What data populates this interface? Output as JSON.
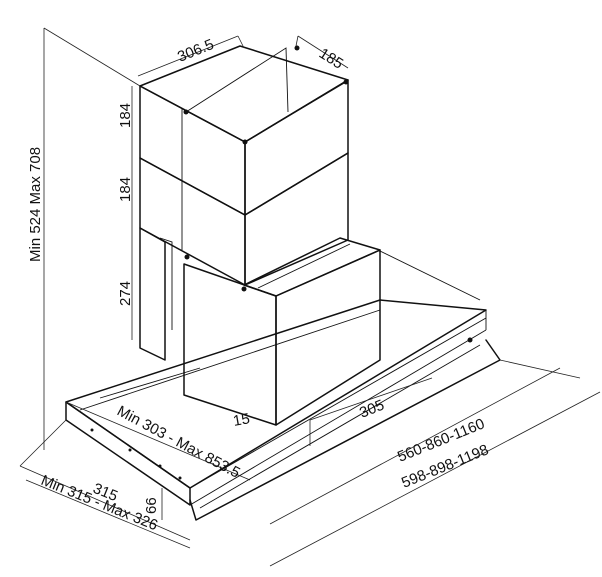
{
  "dimensions": {
    "chimney_width": "306.5",
    "chimney_depth": "185",
    "upper_chimney_height": "184",
    "middle_chimney_height": "184",
    "lower_section_height": "274",
    "overall_height": "Min 524 Max 708",
    "wall_offset_range": "Min 303 - Max 853.5",
    "inner_offset": "15",
    "inner_width": "305",
    "canopy_width_range": "560-860-1160",
    "overall_width_range": "598-898-1198",
    "canopy_depth": "315",
    "canopy_depth_range": "Min 315 - Max 326",
    "front_height": "66"
  }
}
